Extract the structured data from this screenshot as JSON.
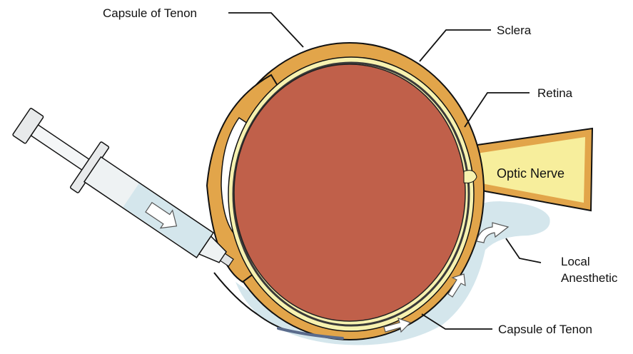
{
  "labels": {
    "capsule_top": "Capsule of Tenon",
    "sclera": "Sclera",
    "retina": "Retina",
    "optic_nerve": "Optic Nerve",
    "local_anesthetic_line1": "Local",
    "local_anesthetic_line2": "Anesthetic",
    "capsule_bottom": "Capsule of Tenon"
  },
  "colors": {
    "sclera": "#e2a54a",
    "vitreous": "#c0604a",
    "retina": "#f7f2b0",
    "choroid": "#3a3a3a",
    "anesthetic": "#d4e6ec",
    "optic_nerve": "#f7ee9c",
    "syringe_glass": "#eef2f3",
    "outline": "#111111"
  },
  "icons": [
    "syringe-icon",
    "flow-arrow-icon"
  ]
}
